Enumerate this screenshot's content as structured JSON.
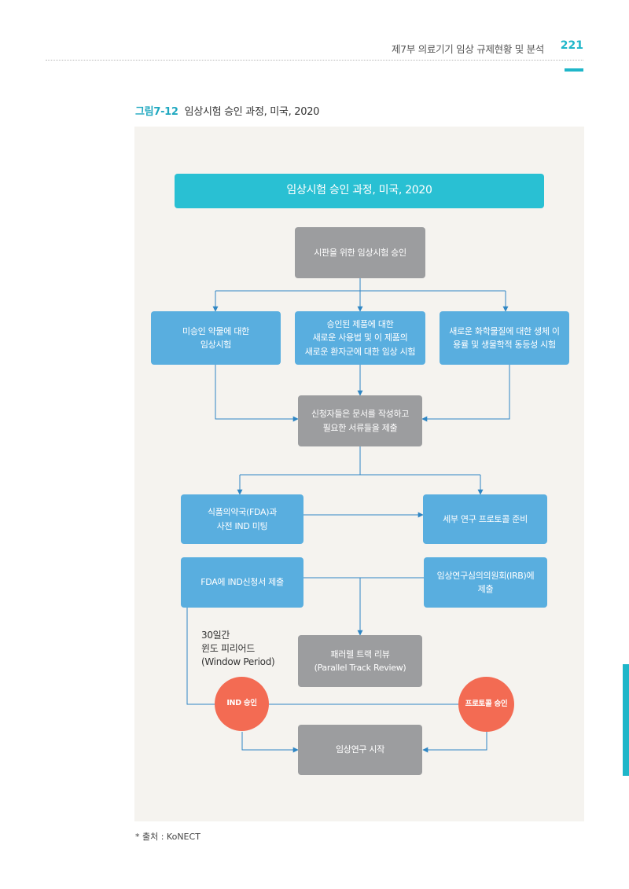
{
  "header": {
    "section_text": "제7부 의료기기 임상 규제현황 및 분석",
    "page_number": "221"
  },
  "figure": {
    "number": "그림7-12",
    "title": "임상시험 승인 과정, 미국, 2020"
  },
  "diagram": {
    "title_box": "임상시험 승인 과정, 미국, 2020",
    "start": "시판을 위한 임상시험 승인",
    "branch_left": "미승인 약물에 대한\n임상시험",
    "branch_center": "승인된 제품에 대한\n새로운 사용법 및 이 제품의\n새로운 환자군에 대한 임상 시험",
    "branch_right": "새로운 화학물질에 대한 생체 이\n용률 및 생물학적 동등성 시험",
    "submit": "신청자들은 문서를 작성하고\n필요한 서류들을 제출",
    "fda_meeting": "식품의약국(FDA)과\n사전 IND 미팅",
    "protocol_prep": "세부 연구 프로토콜 준비",
    "ind_submit": "FDA에 IND신청서 제출",
    "irb_submit": "임상연구심의의원회(IRB)에\n제출",
    "window_period": "30일간\n윈도 피리어드\n(Window Period)",
    "parallel_review": "패러렐 트랙 리뷰\n(Parallel Track Review)",
    "ind_approval": "IND 승인",
    "protocol_approval": "프로토콜 승인",
    "study_start": "임상연구 시작"
  },
  "footer": {
    "source": "* 출처 : KoNECT"
  },
  "colors": {
    "accent": "#1fb6c9",
    "title_box": "#29c0d3",
    "grey_box": "#9c9d9f",
    "blue_box": "#59aedf",
    "approval_circle": "#f36b53",
    "connector": "#2f86c4"
  }
}
